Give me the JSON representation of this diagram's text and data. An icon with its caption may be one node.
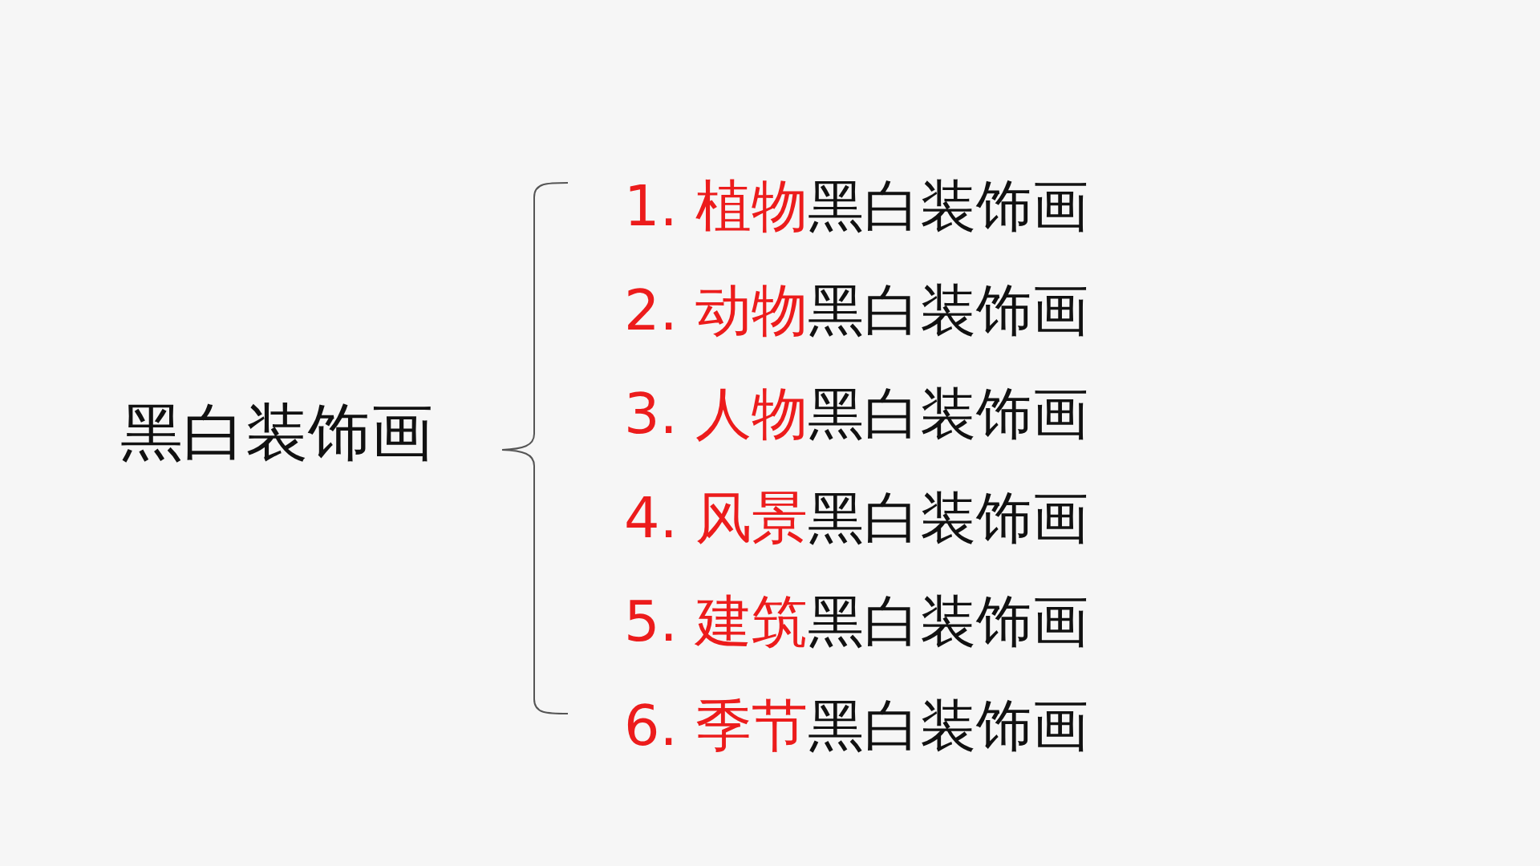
{
  "diagram": {
    "labels": [
      "黑白装饰画",
      "1. 植物",
      "黑白装饰画",
      "2. 动物",
      "黑白装饰画",
      "3. 人物",
      "黑白装饰画",
      "4. 风景",
      "黑白装饰画",
      "5. 建筑",
      "黑白装饰画",
      "6. 季节",
      "黑白装饰画"
    ]
  }
}
